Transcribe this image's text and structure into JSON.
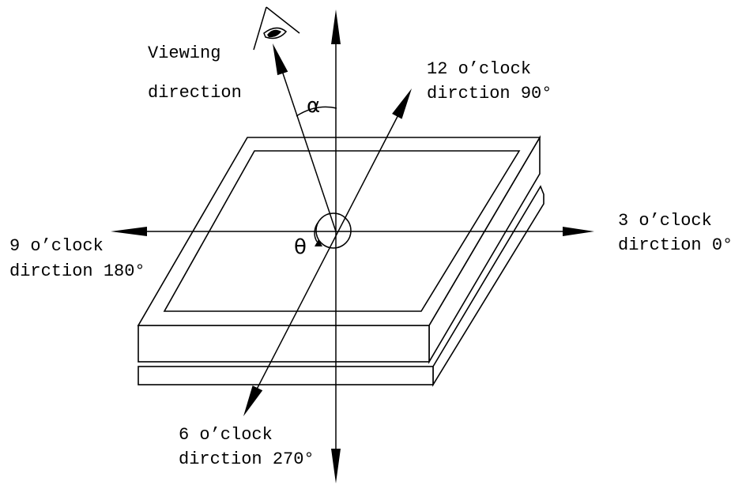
{
  "labels": {
    "viewing_line1": "Viewing",
    "viewing_line2": "direction",
    "alpha": "α",
    "theta": "θ",
    "twelve_line1": "12 o’clock",
    "twelve_line2": "dirction 90°",
    "three_line1": "3 o’clock",
    "three_line2": "dirction 0°",
    "nine_line1": "9 o’clock",
    "nine_line2": "dirction 180°",
    "six_line1": "6 o’clock",
    "six_line2": "dirction 270°"
  },
  "icons": {
    "eye": "eye-icon"
  },
  "colors": {
    "stroke": "#000000",
    "background": "#ffffff"
  }
}
